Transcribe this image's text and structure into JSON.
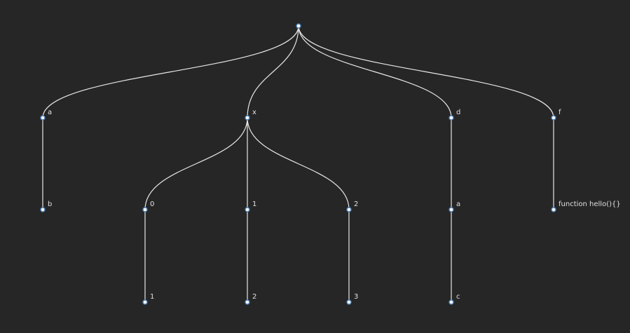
{
  "tree": {
    "root": {
      "label": "",
      "children": [
        {
          "label": "a",
          "children": [
            {
              "label": "b",
              "children": []
            }
          ]
        },
        {
          "label": "x",
          "children": [
            {
              "label": "0",
              "children": [
                {
                  "label": "1",
                  "children": []
                }
              ]
            },
            {
              "label": "1",
              "children": [
                {
                  "label": "2",
                  "children": []
                }
              ]
            },
            {
              "label": "2",
              "children": [
                {
                  "label": "3",
                  "children": []
                }
              ]
            }
          ]
        },
        {
          "label": "d",
          "children": [
            {
              "label": "a",
              "children": [
                {
                  "label": "c",
                  "children": []
                }
              ]
            }
          ]
        },
        {
          "label": "f",
          "children": [
            {
              "label": "function hello(){}",
              "children": []
            }
          ]
        }
      ]
    }
  },
  "colors": {
    "background": "#262626",
    "link": "#e6e6e6",
    "node_fill": "#ffffff",
    "node_stroke": "#4a7fb5",
    "label": "#e0e0e0"
  }
}
